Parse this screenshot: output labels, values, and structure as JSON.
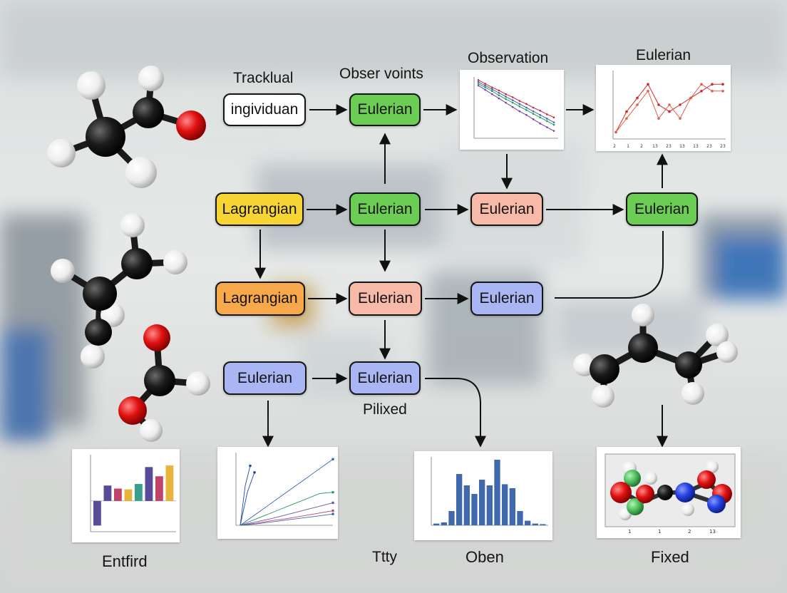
{
  "labels": {
    "tracklual": "Tracklual",
    "obser_voints": "Obser voints",
    "observation": "Observation",
    "eulerian_top": "Eulerian",
    "pilixed": "Pilixed",
    "entfird": "Entfird",
    "ttty": "Ttty",
    "oben": "Oben",
    "fixed": "Fixed"
  },
  "nodes": {
    "ingividuan": "ingividuan",
    "r1_eulerian": "Eulerian",
    "r2_lagrangian": "Lagrangian",
    "r2_eulerian_a": "Eulerian",
    "r2_eulerian_b": "Eulerian",
    "r2_eulerian_c": "Eulerian",
    "r3_lagrangian": "Lagrangian",
    "r3_eulerian_a": "Eulerian",
    "r3_eulerian_b": "Eulerian",
    "r4_eulerian_a": "Eulerian",
    "r4_eulerian_b": "Eulerian"
  },
  "colors": {
    "node_white": "#ffffff",
    "node_green": "#6ccd55",
    "node_yellow": "#f7d535",
    "node_orange": "#f6a84a",
    "node_salmon": "#f7b9a8",
    "node_blue": "#a9b6f3",
    "arrow": "#111111",
    "bar_blue": "#3f68ad",
    "carbon": "#151515",
    "oxygen": "#e01010",
    "hydrogen": "#f2f2f2",
    "nitrogen": "#2442e0",
    "chlorine": "#4fc25f"
  },
  "chart_data": [
    {
      "type": "line",
      "title": "",
      "xlabel": "",
      "ylabel": "",
      "x": [
        0,
        1,
        2,
        3,
        4,
        5,
        6,
        7,
        8,
        9,
        10,
        11
      ],
      "series": [
        {
          "values": [
            9.5,
            8.9,
            8.3,
            7.8,
            7.2,
            6.7,
            6.1,
            5.6,
            5.0,
            4.5,
            3.9,
            3.4
          ]
        },
        {
          "values": [
            9.2,
            8.6,
            8.0,
            7.4,
            6.8,
            6.2,
            5.6,
            5.0,
            4.4,
            3.8,
            3.2,
            2.6
          ]
        },
        {
          "values": [
            8.9,
            8.3,
            7.7,
            7.0,
            6.4,
            5.8,
            5.2,
            4.6,
            4.0,
            3.4,
            2.8,
            2.2
          ]
        },
        {
          "values": [
            8.6,
            7.9,
            7.2,
            6.5,
            5.8,
            5.1,
            4.4,
            3.8,
            3.1,
            2.4,
            1.8,
            1.2
          ]
        }
      ],
      "ylim": [
        0,
        10
      ]
    },
    {
      "type": "line",
      "title": "",
      "x_tick_labels": [
        "2",
        "1",
        "2",
        "13",
        "23",
        "13",
        "13",
        "23",
        "23"
      ],
      "series": [
        {
          "values": [
            1,
            4,
            6,
            8,
            5,
            4,
            5,
            6,
            7,
            8,
            8
          ]
        },
        {
          "values": [
            1,
            3,
            5,
            7,
            3,
            5,
            3,
            6,
            8,
            7,
            7
          ]
        }
      ],
      "ylim": [
        0,
        10
      ]
    },
    {
      "type": "bar",
      "title": "",
      "categories": [
        "1",
        "2",
        "3",
        "4",
        "5",
        "6",
        "7",
        "8"
      ],
      "values": [
        -1.6,
        1.0,
        0.8,
        0.75,
        1.1,
        2.2,
        1.6,
        2.3
      ],
      "colors": [
        "#5a4a9a",
        "#5a4a9a",
        "#c0446a",
        "#e8b43a",
        "#3aa08e",
        "#5a4a9a",
        "#c0446a",
        "#e8b43a"
      ],
      "ylim": [
        -2,
        3
      ]
    },
    {
      "type": "line",
      "title": "",
      "series": [
        {
          "values": [
            0,
            6,
            9
          ]
        },
        {
          "values": [
            0,
            5,
            8
          ]
        },
        {
          "values": [
            0,
            1,
            2,
            3,
            4,
            5,
            6,
            7,
            8,
            9,
            10
          ]
        },
        {
          "values": [
            0,
            0.8,
            1.6,
            2.4,
            3.2,
            4.0,
            4.8,
            5.0
          ]
        },
        {
          "values": [
            0,
            0.5,
            1.0,
            1.6,
            2.2,
            2.8,
            3.4
          ]
        },
        {
          "values": [
            0,
            0.3,
            0.7,
            1.0,
            1.4,
            1.8,
            2.2
          ]
        },
        {
          "values": [
            0,
            0.2,
            0.5,
            0.8,
            1.1,
            1.4,
            1.7
          ]
        }
      ],
      "ylim": [
        0,
        11
      ]
    },
    {
      "type": "bar",
      "title": "",
      "categories": [
        "1",
        "2",
        "3",
        "4",
        "5",
        "6",
        "7",
        "8",
        "9",
        "10",
        "11",
        "12",
        "13",
        "14",
        "15"
      ],
      "values": [
        0.3,
        0.5,
        2.5,
        9.0,
        7.0,
        5.5,
        8.0,
        7.0,
        11.5,
        7.2,
        6.5,
        2.5,
        0.8,
        0.3,
        0.2
      ],
      "ylim": [
        0,
        12
      ]
    }
  ]
}
